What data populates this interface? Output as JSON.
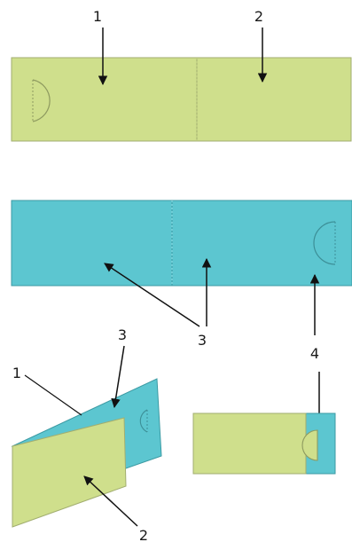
{
  "colors": {
    "green": "#cfdf8c",
    "green_edge": "#a2ae70",
    "blue": "#5cc6d0",
    "blue_edge": "#3c9aa3",
    "arrow": "#111111",
    "fold_line": "#9aa86a"
  },
  "labels": {
    "top_1": "1",
    "top_2": "2",
    "middle_3": "3",
    "right_4": "4",
    "fold_3": "3",
    "fold_1": "1",
    "fold_2": "2"
  }
}
